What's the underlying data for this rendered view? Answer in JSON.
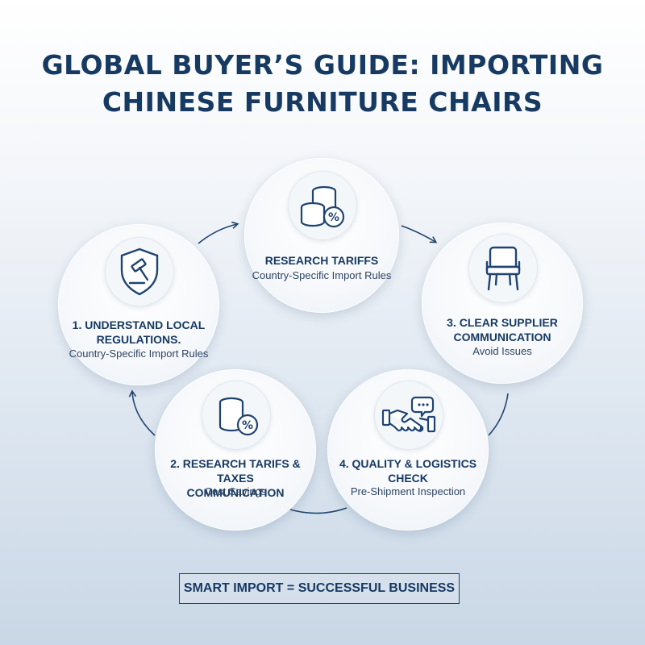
{
  "title": {
    "line1": "GLOBAL BUYER’S GUIDE: IMPORTING",
    "line2": "CHINESE FURNITURE CHAIRS"
  },
  "steps": [
    {
      "id": "research-tariffs",
      "label_lines": [
        "RESEARCH TARIFFS"
      ],
      "subtitle": "Country-Specific Import Rules",
      "icon": "coins-percent-icon"
    },
    {
      "id": "understand-regulations",
      "label_lines": [
        "1. UNDERSTAND LOCAL",
        "REGULATIONS."
      ],
      "subtitle": "Country-Specific Import Rules",
      "icon": "shield-gavel-icon"
    },
    {
      "id": "clear-supplier",
      "label_lines": [
        "3. CLEAR SUPPLIER",
        "COMMUNICATION"
      ],
      "subtitle": "Avoid Issues",
      "icon": "chair-icon"
    },
    {
      "id": "research-tarifs-taxes",
      "label_lines": [
        "2. RESEARCH TARIFS & TAXES",
        "COMMUNICATION"
      ],
      "subtitle": "Cost Savings",
      "icon": "coins-percent-icon"
    },
    {
      "id": "quality-logistics",
      "label_lines": [
        "4. QUALITY & LOGISTICS",
        "CHECK"
      ],
      "subtitle": "Pre-Shipment Inspection",
      "icon": "handshake-chat-icon"
    }
  ],
  "footer": {
    "text": "SMART IMPORT = SUCCESSFUL BUSINESS"
  },
  "colors": {
    "primary": "#173a63",
    "accent": "#1f4471",
    "arrow": "#22456f"
  }
}
